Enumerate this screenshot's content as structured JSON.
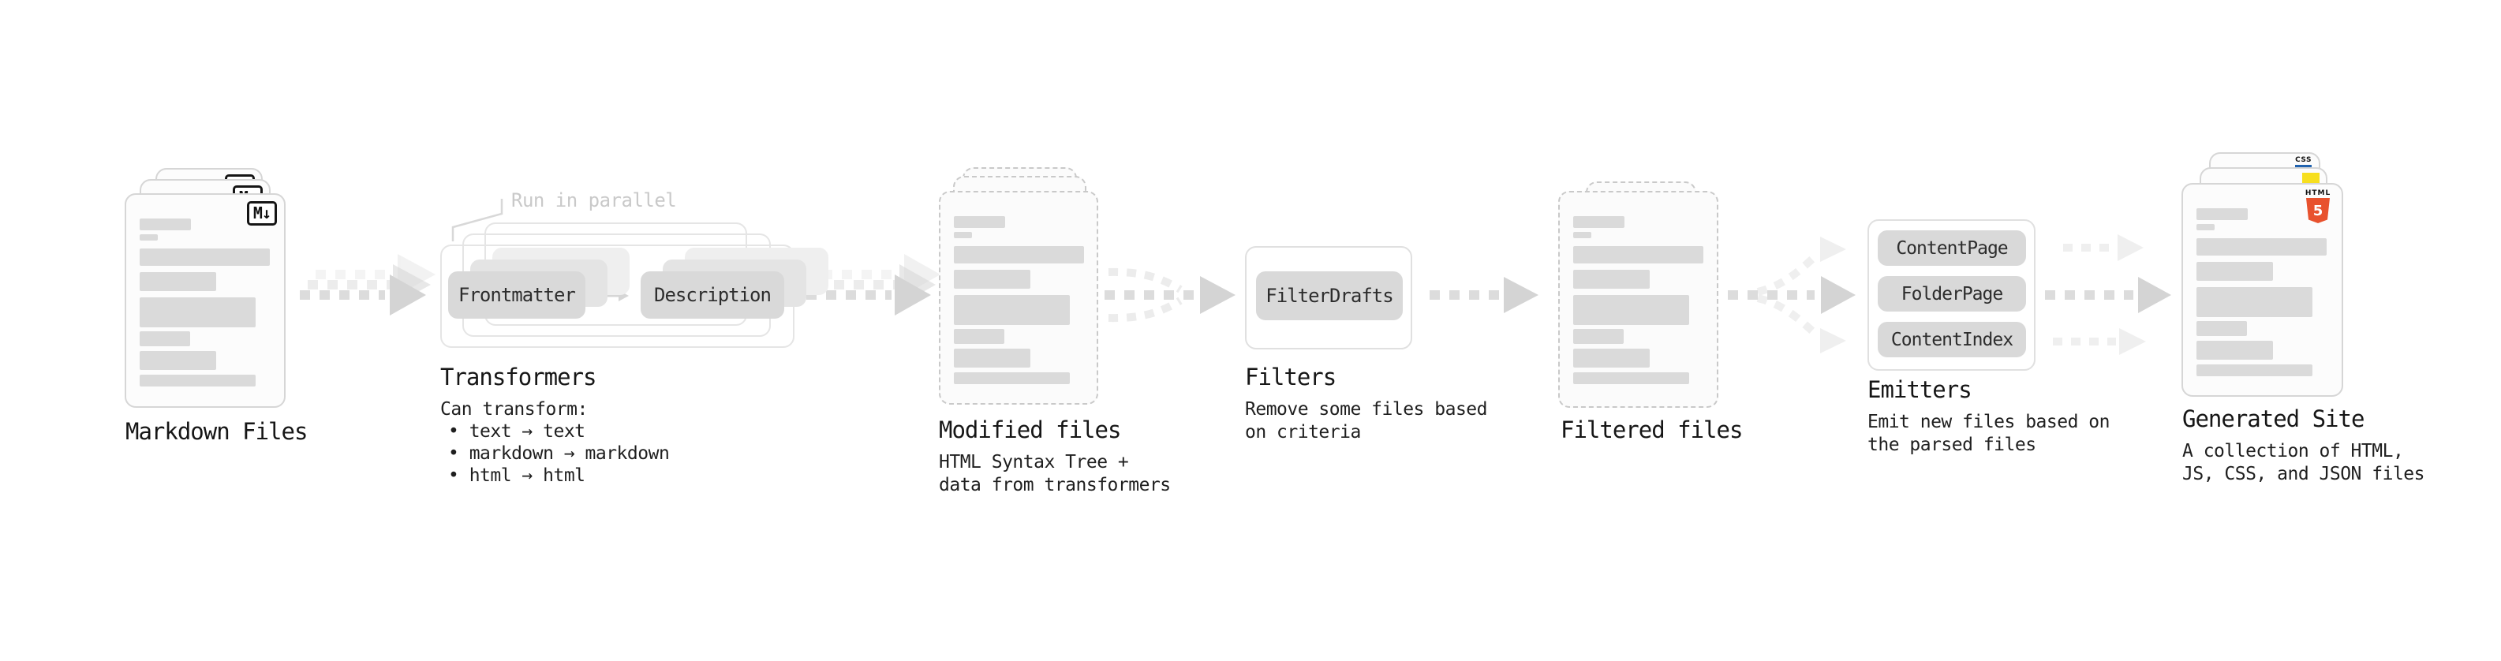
{
  "stages": {
    "markdown_files": {
      "label": "Markdown Files",
      "file_badge": "M↓"
    },
    "transformers": {
      "title": "Transformers",
      "parallel_note": "Run in parallel",
      "steps": [
        "Frontmatter",
        "Description"
      ],
      "can_transform_heading": "Can transform:",
      "transform_rules": [
        "• text → text",
        "• markdown → markdown",
        "• html → html"
      ]
    },
    "modified_files": {
      "title": "Modified files",
      "subtitle": "HTML Syntax Tree +\ndata from transformers"
    },
    "filters": {
      "title": "Filters",
      "filter_name": "FilterDrafts",
      "subtitle": "Remove some files based\non criteria"
    },
    "filtered_files": {
      "title": "Filtered files"
    },
    "emitters": {
      "title": "Emitters",
      "emitter_names": [
        "ContentPage",
        "FolderPage",
        "ContentIndex"
      ],
      "subtitle": "Emit new files based on\nthe parsed files"
    },
    "generated_site": {
      "title": "Generated Site",
      "subtitle": "A collection of HTML,\nJS, CSS, and JSON files",
      "html5_badge_top": "HTML",
      "html5_badge_number": "5",
      "css_badge": "CSS"
    }
  },
  "colors": {
    "html5_orange": "#e8522e",
    "js_yellow": "#f7df1e",
    "css_blue": "#2062af",
    "node_gray": "#d9d9d9",
    "bar_gray": "#dadada",
    "arrow_gray": "#d6d6d6"
  }
}
